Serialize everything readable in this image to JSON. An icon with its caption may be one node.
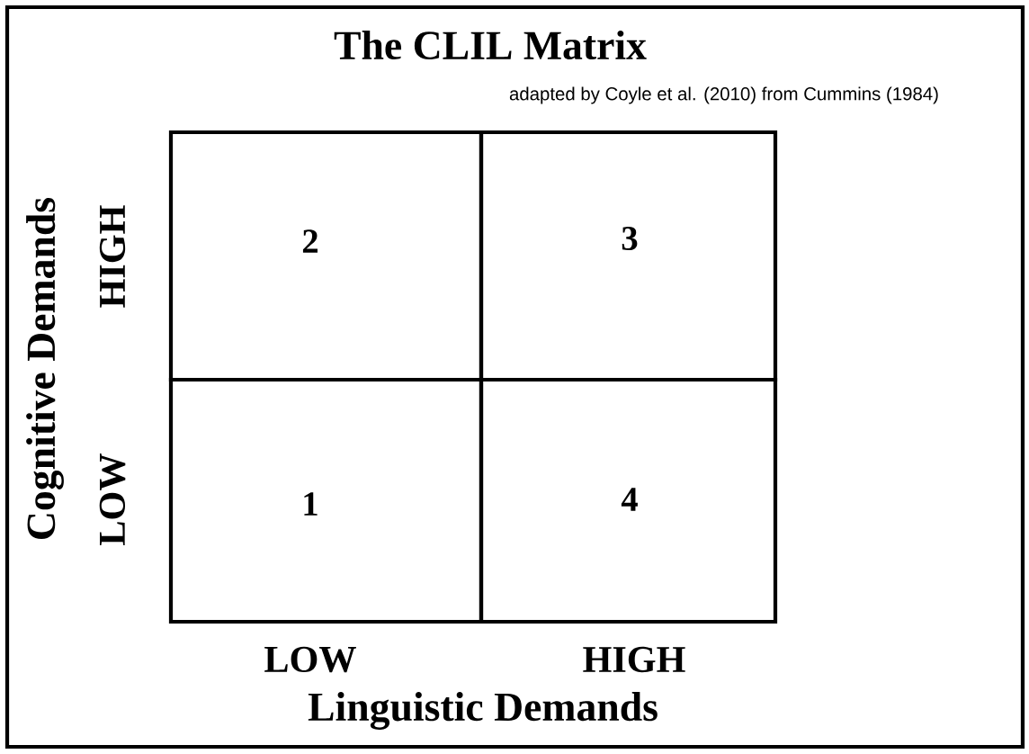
{
  "diagram": {
    "title": "The CLIL Matrix",
    "nodes": [
      {
        "text": [
          "2"
        ]
      },
      {
        "text": [
          "3"
        ]
      },
      {
        "text": [
          "1"
        ]
      },
      {
        "text": [
          "4"
        ]
      }
    ],
    "labels": [
      "adapted by Coyle et al. (2010) from Cummins (1984)",
      "Cognitive Demands",
      "HIGH",
      "LOW",
      "LOW",
      "HIGH",
      "Linguistic Demands"
    ]
  }
}
